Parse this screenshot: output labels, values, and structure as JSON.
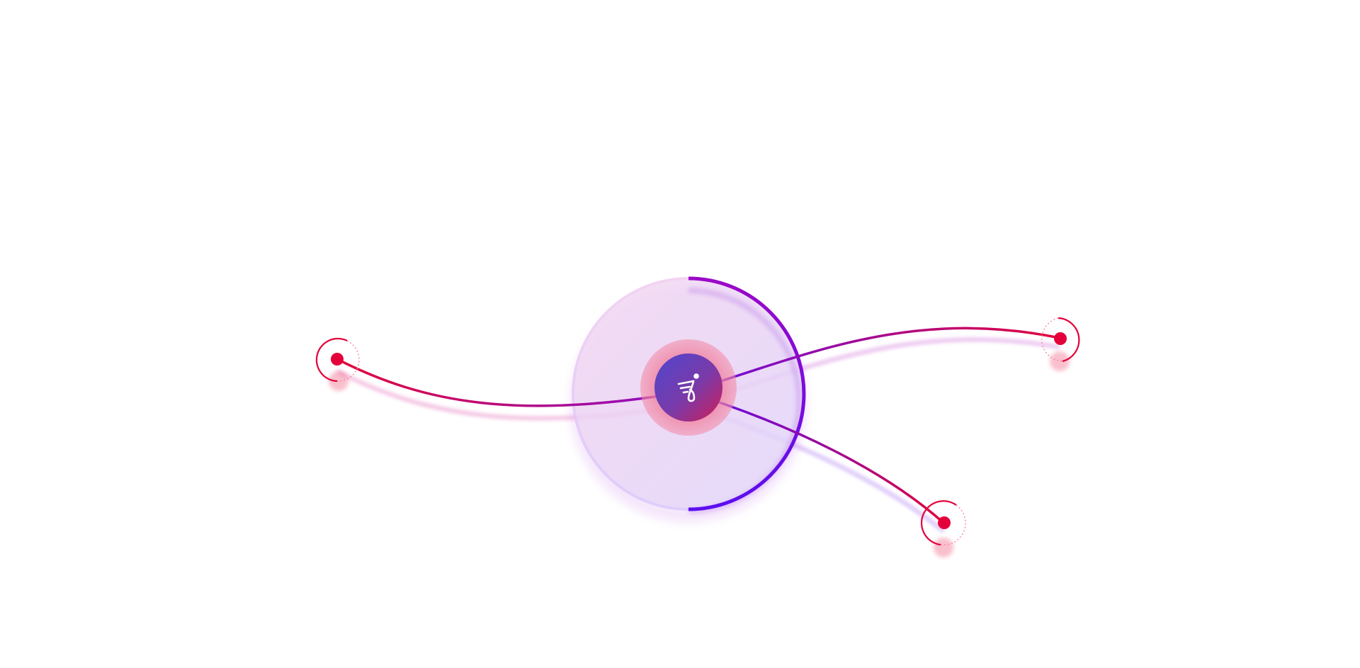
{
  "diagram": {
    "hub": {
      "icon": "scooter-rider-icon",
      "progress_fraction": 0.5
    },
    "endpoints": [
      {
        "name": "left-endpoint"
      },
      {
        "name": "right-endpoint"
      },
      {
        "name": "bottom-right-endpoint"
      }
    ]
  },
  "colors": {
    "background": "#ffffff",
    "node_red": "#e4003a",
    "accent_purple": "#5b0ef0",
    "accent_violet": "#9b08c8",
    "ring_fill_pink": "#f1d4ef",
    "ring_fill_lavender": "#e3d6fb",
    "halo_pink": "#f07f9e",
    "core_blue": "#5b3fc6",
    "core_magenta": "#c9205e",
    "icon_white": "#ffffff"
  }
}
